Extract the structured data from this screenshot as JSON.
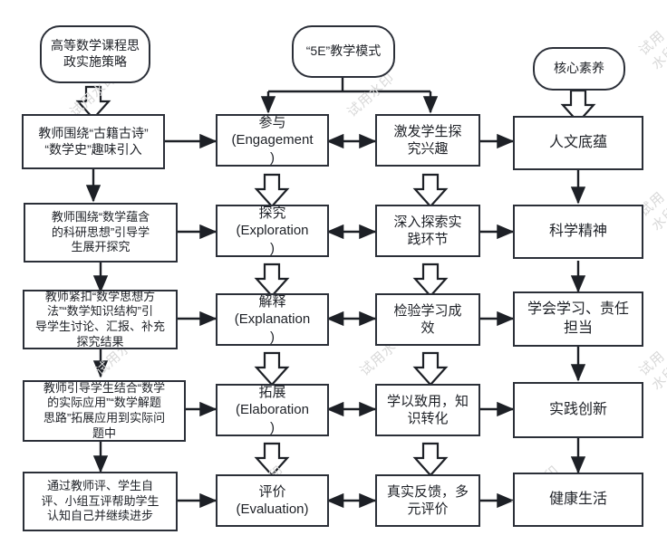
{
  "diagram": {
    "title_nodes": [
      {
        "id": "strategy",
        "label": "高等数学课程思\n政实施策略"
      },
      {
        "id": "mode5e",
        "label": "“5E”教学模式"
      },
      {
        "id": "literacy",
        "label": "核心素养"
      }
    ],
    "columns": {
      "col1_heading": "高等数学课程思政实施策略",
      "col2_heading": "“5E”教学模式",
      "col4_heading": "核心素养"
    },
    "rows": [
      {
        "row": 1,
        "teacher_activity": "教师围绕“古籍古诗”\n“数学史”趣味引入",
        "stage": "参与\n(Engagement\n)",
        "stage_cn": "参与",
        "stage_en": "(Engagement)",
        "student_outcome": "激发学生探\n究兴趣",
        "literacy": "人文底蕴"
      },
      {
        "row": 2,
        "teacher_activity": "教师围绕“数学蕴含\n的科研思想”引导学\n生展开探究",
        "stage": "探究\n(Exploration\n)",
        "stage_cn": "探究",
        "stage_en": "(Exploration)",
        "student_outcome": "深入探索实\n践环节",
        "literacy": "科学精神"
      },
      {
        "row": 3,
        "teacher_activity": "教师紧扣“数学思想方\n法”“数学知识结构”引\n导学生讨论、汇报、补充\n探究结果",
        "stage": "解释\n(Explanation\n)",
        "stage_cn": "解释",
        "stage_en": "(Explanation)",
        "student_outcome": "检验学习成\n效",
        "literacy": "学会学习、责任\n担当"
      },
      {
        "row": 4,
        "teacher_activity": "教师引导学生结合“数学\n的实际应用”“数学解题\n思路”拓展应用到实际问\n题中",
        "stage": "拓展\n(Elaboration\n)",
        "stage_cn": "拓展",
        "stage_en": "(Elaboration)",
        "student_outcome": "学以致用，知\n识转化",
        "literacy": "实践创新"
      },
      {
        "row": 5,
        "teacher_activity": "通过教师评、学生自\n评、小组互评帮助学生\n认知自己并继续进步",
        "stage": "评价\n(Evaluation)",
        "stage_cn": "评价",
        "stage_en": "(Evaluation)",
        "student_outcome": "真实反馈，多\n元评价",
        "literacy": "健康生活"
      }
    ],
    "watermark_text": "试用水印",
    "colors": {
      "stroke": "#2b2f38",
      "text": "#1d2026",
      "background": "#ffffff",
      "watermark": "#d9d9d9"
    }
  }
}
